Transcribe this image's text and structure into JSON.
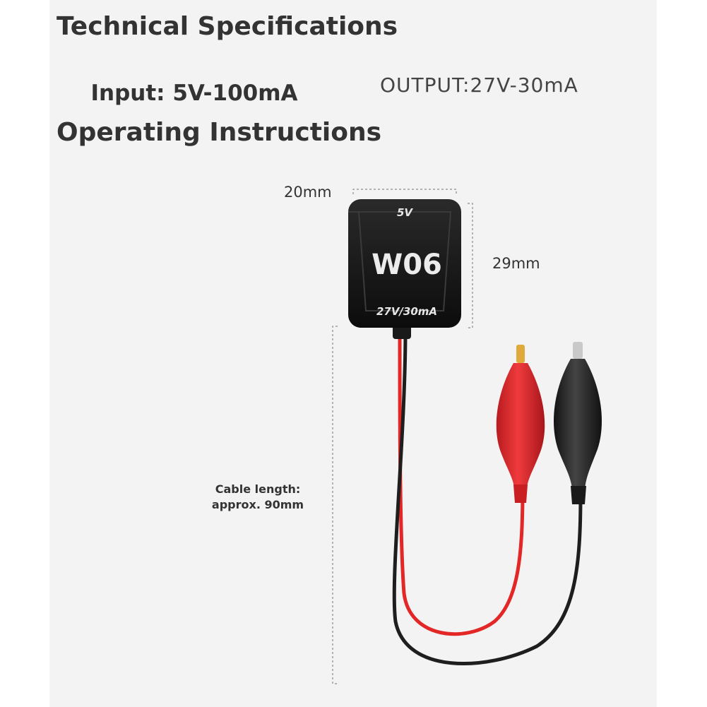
{
  "specs": {
    "title": "Technical Specifications",
    "input": "Input: 5V-100mA",
    "output": "OUTPUT:27V-30mA"
  },
  "instructions": {
    "title": "Operating Instructions"
  },
  "dimensions": {
    "width": "20mm",
    "height": "29mm"
  },
  "device": {
    "top_label": "5V",
    "model": "W06",
    "bottom_label": "27V/30mA"
  },
  "cable": {
    "line1": "Cable length:",
    "line2": "approx. 90mm"
  },
  "colors": {
    "panel": "#f3f3f3",
    "heading": "#333333",
    "device_body": "#151515",
    "red_wire": "#e32626",
    "black_wire": "#1e1e1e",
    "clip_red": "#e3282c",
    "clip_black": "#2a2a2a"
  }
}
